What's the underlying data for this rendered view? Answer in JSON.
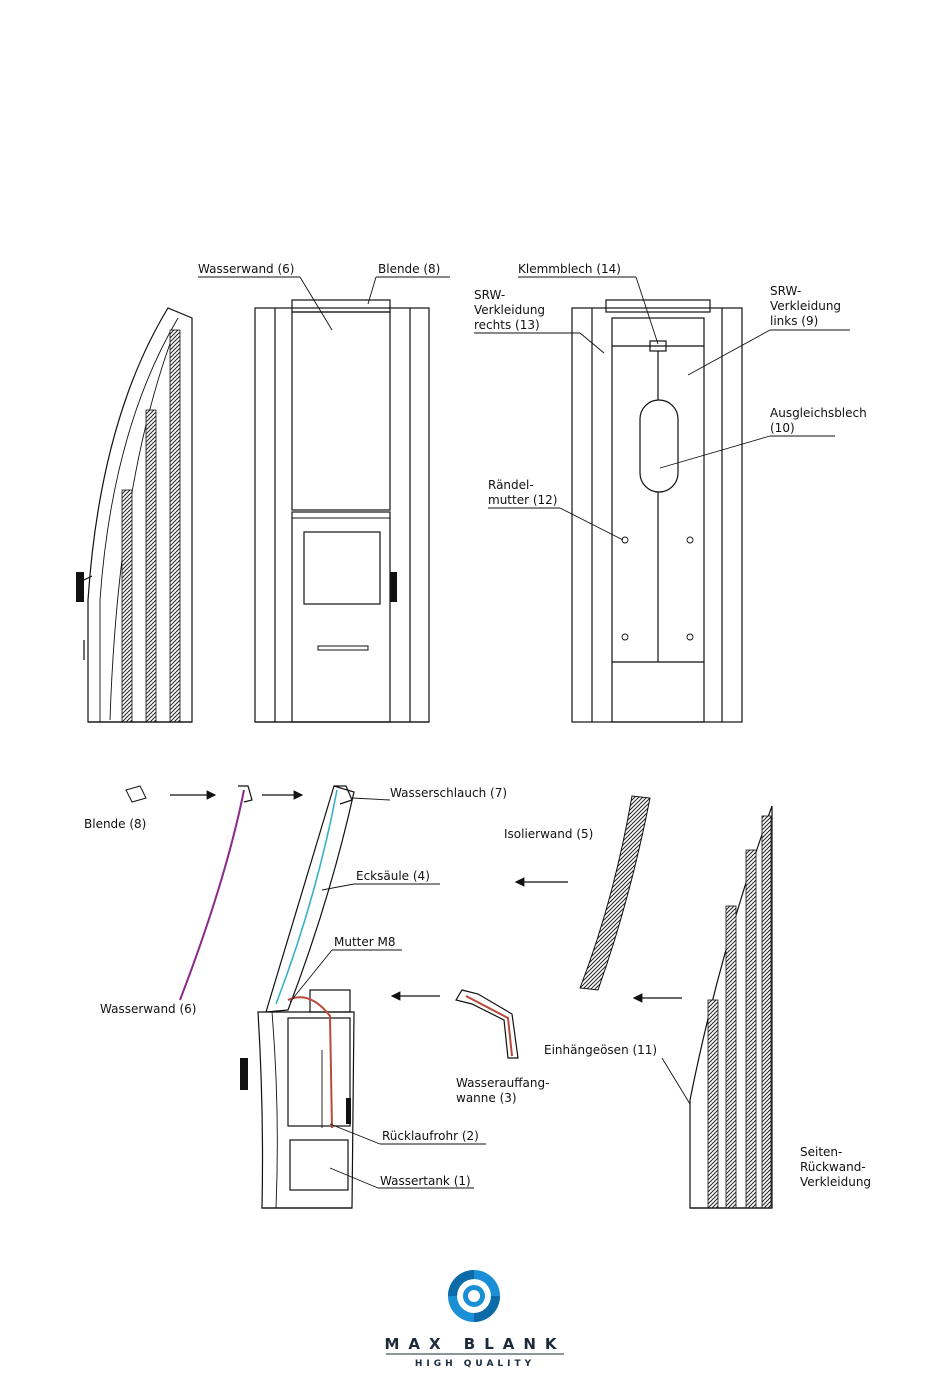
{
  "labels": {
    "wasserwand_top": "Wasserwand (6)",
    "blende_top": "Blende (8)",
    "klemmblech": "Klemmblech (14)",
    "srw_rechts_1": "SRW-",
    "srw_rechts_2": "Verkleidung",
    "srw_rechts_3": "rechts (13)",
    "srw_links_1": "SRW-",
    "srw_links_2": "Verkleidung",
    "srw_links_3": "links (9)",
    "ausgleich_1": "Ausgleichsblech",
    "ausgleich_2": "(10)",
    "raendel_1": "Rändel-",
    "raendel_2": "mutter (12)",
    "blende_bottom": "Blende (8)",
    "wasserschlauch": "Wasserschlauch (7)",
    "isolierwand": "Isolierwand (5)",
    "ecksaeule": "Ecksäule (4)",
    "mutter": "Mutter M8",
    "wasserwand_bottom": "Wasserwand (6)",
    "einhaengeoesen": "Einhängeösen (11)",
    "auffang_1": "Wasserauffang-",
    "auffang_2": "wanne (3)",
    "ruecklauf": "Rücklaufrohr (2)",
    "wassertank": "Wassertank (1)",
    "seiten_1": "Seiten-",
    "seiten_2": "Rückwand-",
    "seiten_3": "Verkleidung"
  },
  "logo": {
    "brand": "MAX BLANK",
    "tagline": "HIGH QUALITY",
    "color": "#1a8fd6"
  },
  "colors": {
    "line": "#111111",
    "wasserwand": "#8a2a8a",
    "schlauch": "#3ab0c8",
    "tube": "#b84a3a"
  }
}
